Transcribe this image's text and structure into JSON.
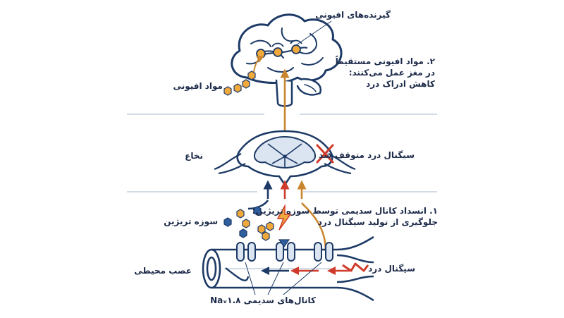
{
  "labels": {
    "opioid_receptors": "گیرنده‌های افیونی",
    "step2_line1": "۲. مواد افیونی مستقیماً",
    "step2_line2": "در مغز عمل می‌کنند:",
    "step2_line3": "کاهش ادراک درد",
    "opioids": "مواد افیونی",
    "pain_signal_stopped": "سیگنال درد متوقف شد",
    "spinal_cord": "نخاع",
    "step1_line1": "۱. انسداد کانال سدیمی توسط سوزه تریژین:",
    "step1_line2": "جلوگیری از تولید سیگنال درد",
    "suzetrigine": "سوزه تریژین",
    "peripheral_nerve": "عصب محیطی",
    "pain_signal": "سیگنال درد",
    "sodium_channels": "کانال‌های سدیمی Naᵥ۱.۸"
  },
  "colors": {
    "outline": "#1d3a66",
    "fill_light": "#dbe4f1",
    "opioid": "#f2a93b",
    "drug": "#2f5f9e",
    "pain": "#cf3a2a",
    "signal": "#c9862f",
    "divider": "#b9c7d8"
  },
  "icons": [
    "brain-icon",
    "spinal-cord-icon",
    "peripheral-nerve-icon",
    "sodium-channel-icon",
    "hexagon-icon",
    "cross-icon",
    "lightning-icon"
  ]
}
